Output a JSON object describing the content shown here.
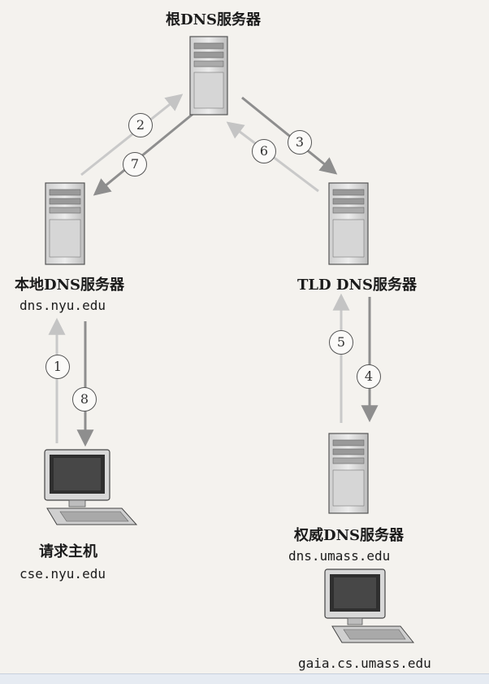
{
  "nodes": {
    "root": {
      "label": "根DNS服务器"
    },
    "local": {
      "label": "本地DNS服务器",
      "host": "dns.nyu.edu"
    },
    "tld": {
      "label": "TLD DNS服务器"
    },
    "auth": {
      "label": "权威DNS服务器",
      "host": "dns.umass.edu"
    },
    "requester": {
      "label": "请求主机",
      "host": "cse.nyu.edu"
    },
    "target": {
      "host": "gaia.cs.umass.edu"
    }
  },
  "steps": [
    "1",
    "2",
    "3",
    "4",
    "5",
    "6",
    "7",
    "8"
  ],
  "colors": {
    "arrow": "#9a9a9a",
    "arrow_faint": "#c9c9c9",
    "text": "#1b1b1b"
  }
}
